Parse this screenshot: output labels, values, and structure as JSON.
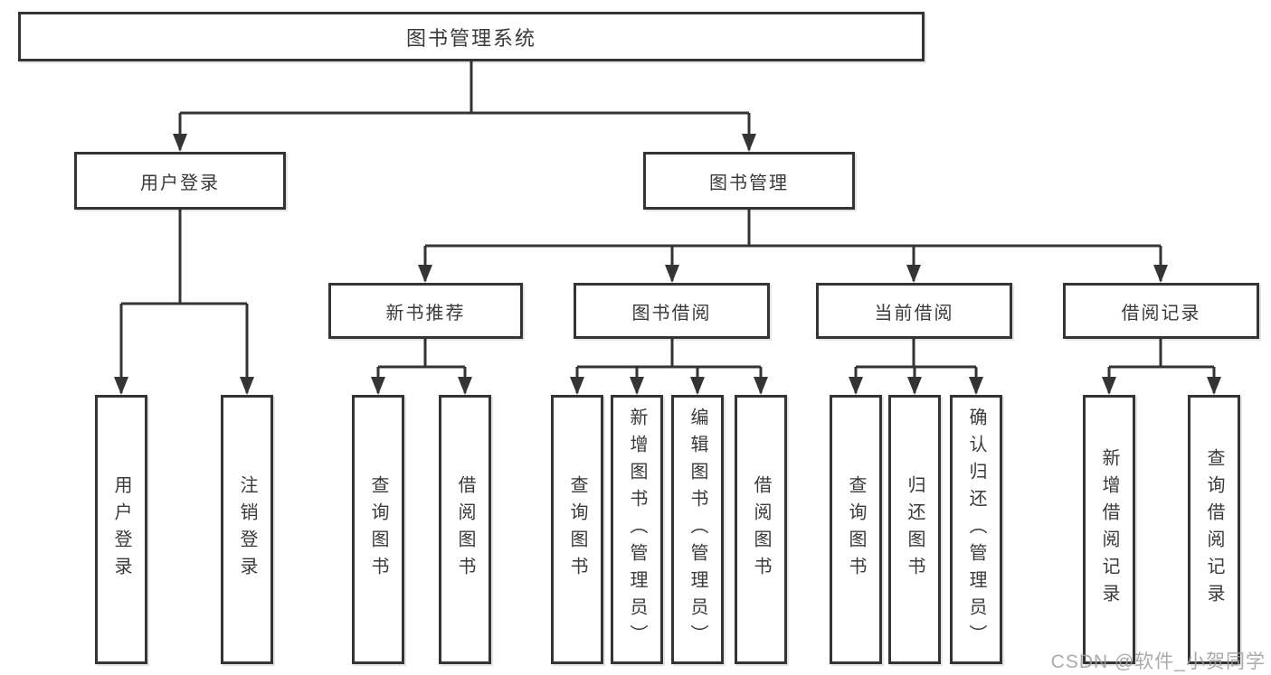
{
  "diagram_title": "图书管理系统",
  "watermark": "CSDN @软件_小贺同学",
  "colors": {
    "line": "#343434",
    "text": "#3a3a3a",
    "background": "#ffffff",
    "watermark": "#9c9c9c"
  },
  "tree": {
    "root": {
      "label": "图书管理系统"
    },
    "branches": [
      {
        "label": "用户登录",
        "children": [
          {
            "label": "用户登录"
          },
          {
            "label": "注销登录"
          }
        ]
      },
      {
        "label": "图书管理",
        "children": [
          {
            "label": "新书推荐",
            "children": [
              {
                "label": "查询图书"
              },
              {
                "label": "借阅图书"
              }
            ]
          },
          {
            "label": "图书借阅",
            "children": [
              {
                "label": "查询图书"
              },
              {
                "label": "新增图书（管理员）"
              },
              {
                "label": "编辑图书（管理员）"
              },
              {
                "label": "借阅图书"
              }
            ]
          },
          {
            "label": "当前借阅",
            "children": [
              {
                "label": "查询图书"
              },
              {
                "label": "归还图书"
              },
              {
                "label": "确认归还（管理员）"
              }
            ]
          },
          {
            "label": "借阅记录",
            "children": [
              {
                "label": "新增借阅记录"
              },
              {
                "label": "查询借阅记录"
              }
            ]
          }
        ]
      }
    ]
  }
}
